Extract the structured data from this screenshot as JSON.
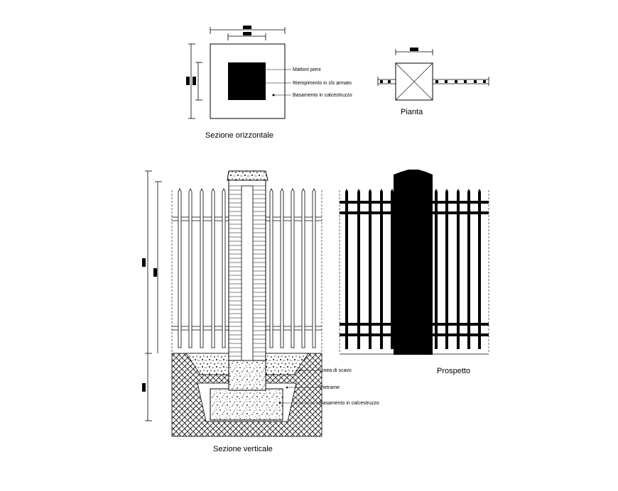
{
  "labels": {
    "mattoni": "Mattoni pieni",
    "riempimento": "Riempimento in cls armato",
    "basamento_top": "Basamento in calcestruzzo",
    "sezione_orizzontale": "Sezione orizzontale",
    "pianta": "Pianta",
    "linea_scavo": "Linea di scavo",
    "pietrame": "Pietrame",
    "basamento_bottom": "Basamento in calcestruzzo",
    "prospetto": "Prospetto",
    "sezione_verticale": "Sezione verticale"
  }
}
